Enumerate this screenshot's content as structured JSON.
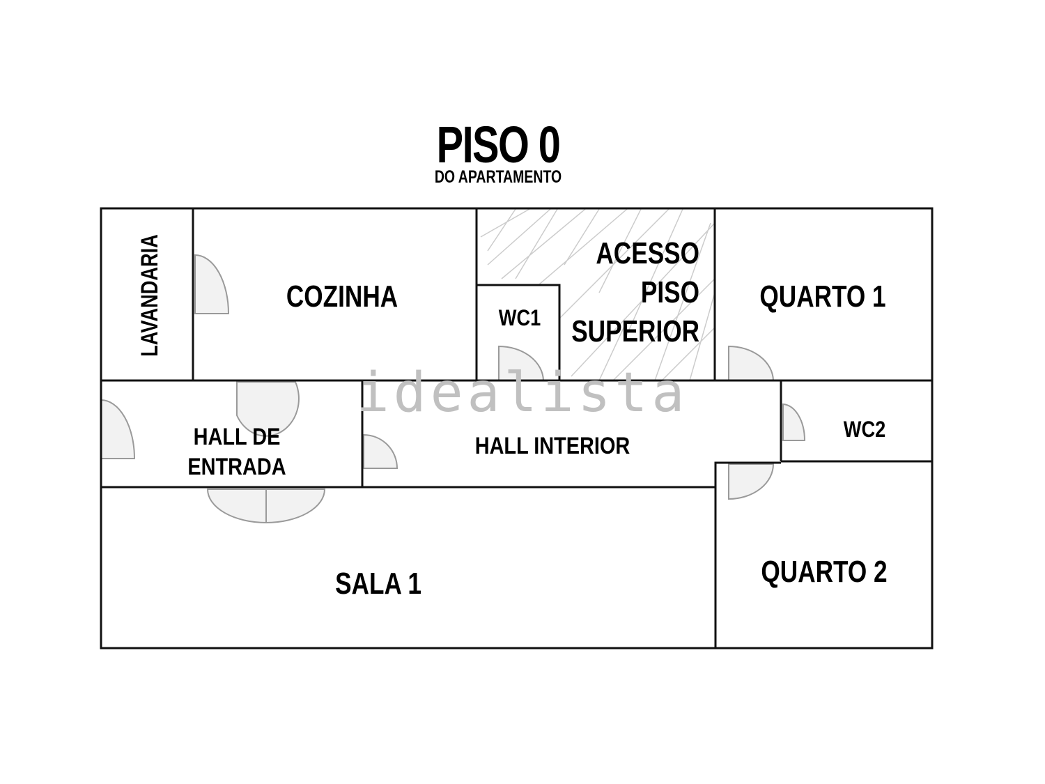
{
  "header": {
    "title": "PISO 0",
    "subtitle": "DO APARTAMENTO"
  },
  "watermark": "idealista",
  "colors": {
    "wall": "#111111",
    "door_fill": "#f2f2f2",
    "door_stroke": "#9a9a9a",
    "hatch": "#cccccc",
    "watermark": "#c0c0c0"
  },
  "rooms": [
    {
      "id": "lavandaria",
      "label": "LAVANDARIA"
    },
    {
      "id": "cozinha",
      "label": "COZINHA"
    },
    {
      "id": "wc1",
      "label": "WC1"
    },
    {
      "id": "acesso",
      "label_lines": [
        "ACESSO",
        "PISO",
        "SUPERIOR"
      ]
    },
    {
      "id": "quarto1",
      "label": "QUARTO 1"
    },
    {
      "id": "hall_entrada",
      "label_lines": [
        "HALL DE",
        "ENTRADA"
      ]
    },
    {
      "id": "hall_interior",
      "label": "HALL INTERIOR"
    },
    {
      "id": "wc2",
      "label": "WC2"
    },
    {
      "id": "sala1",
      "label": "SALA 1"
    },
    {
      "id": "quarto2",
      "label": "QUARTO 2"
    }
  ]
}
